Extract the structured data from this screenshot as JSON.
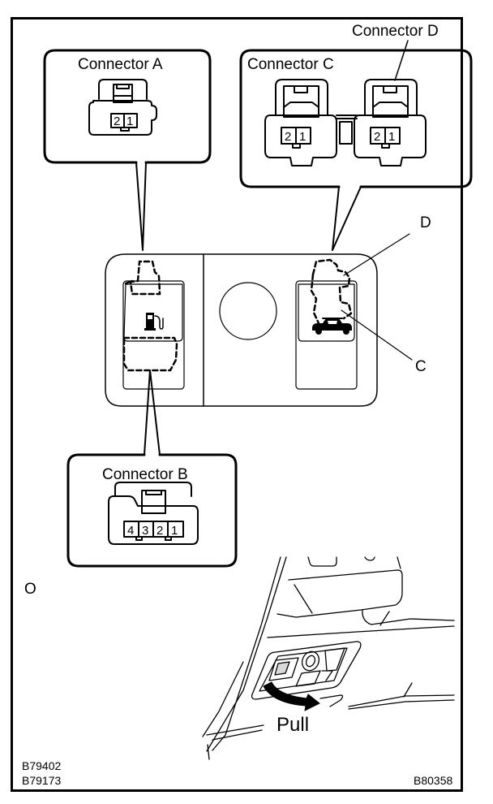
{
  "figure": {
    "callouts": {
      "connector_a": "Connector A",
      "connector_b": "Connector B",
      "connector_c": "Connector C",
      "connector_d": "Connector D"
    },
    "pointer_labels": {
      "d": "D",
      "c": "C"
    },
    "view_label": "O",
    "action_label": "Pull",
    "connector_pins": {
      "a": [
        "2",
        "1"
      ],
      "b": [
        "4",
        "3",
        "2",
        "1"
      ],
      "c": [
        "2",
        "1"
      ],
      "d": [
        "2",
        "1"
      ]
    },
    "switch_icons": {
      "left": "fuel-pump-icon",
      "right": "trunk-open-car-icon"
    },
    "reference_codes": {
      "left_top": "B79402",
      "left_bottom": "B79173",
      "right": "B80358"
    }
  }
}
